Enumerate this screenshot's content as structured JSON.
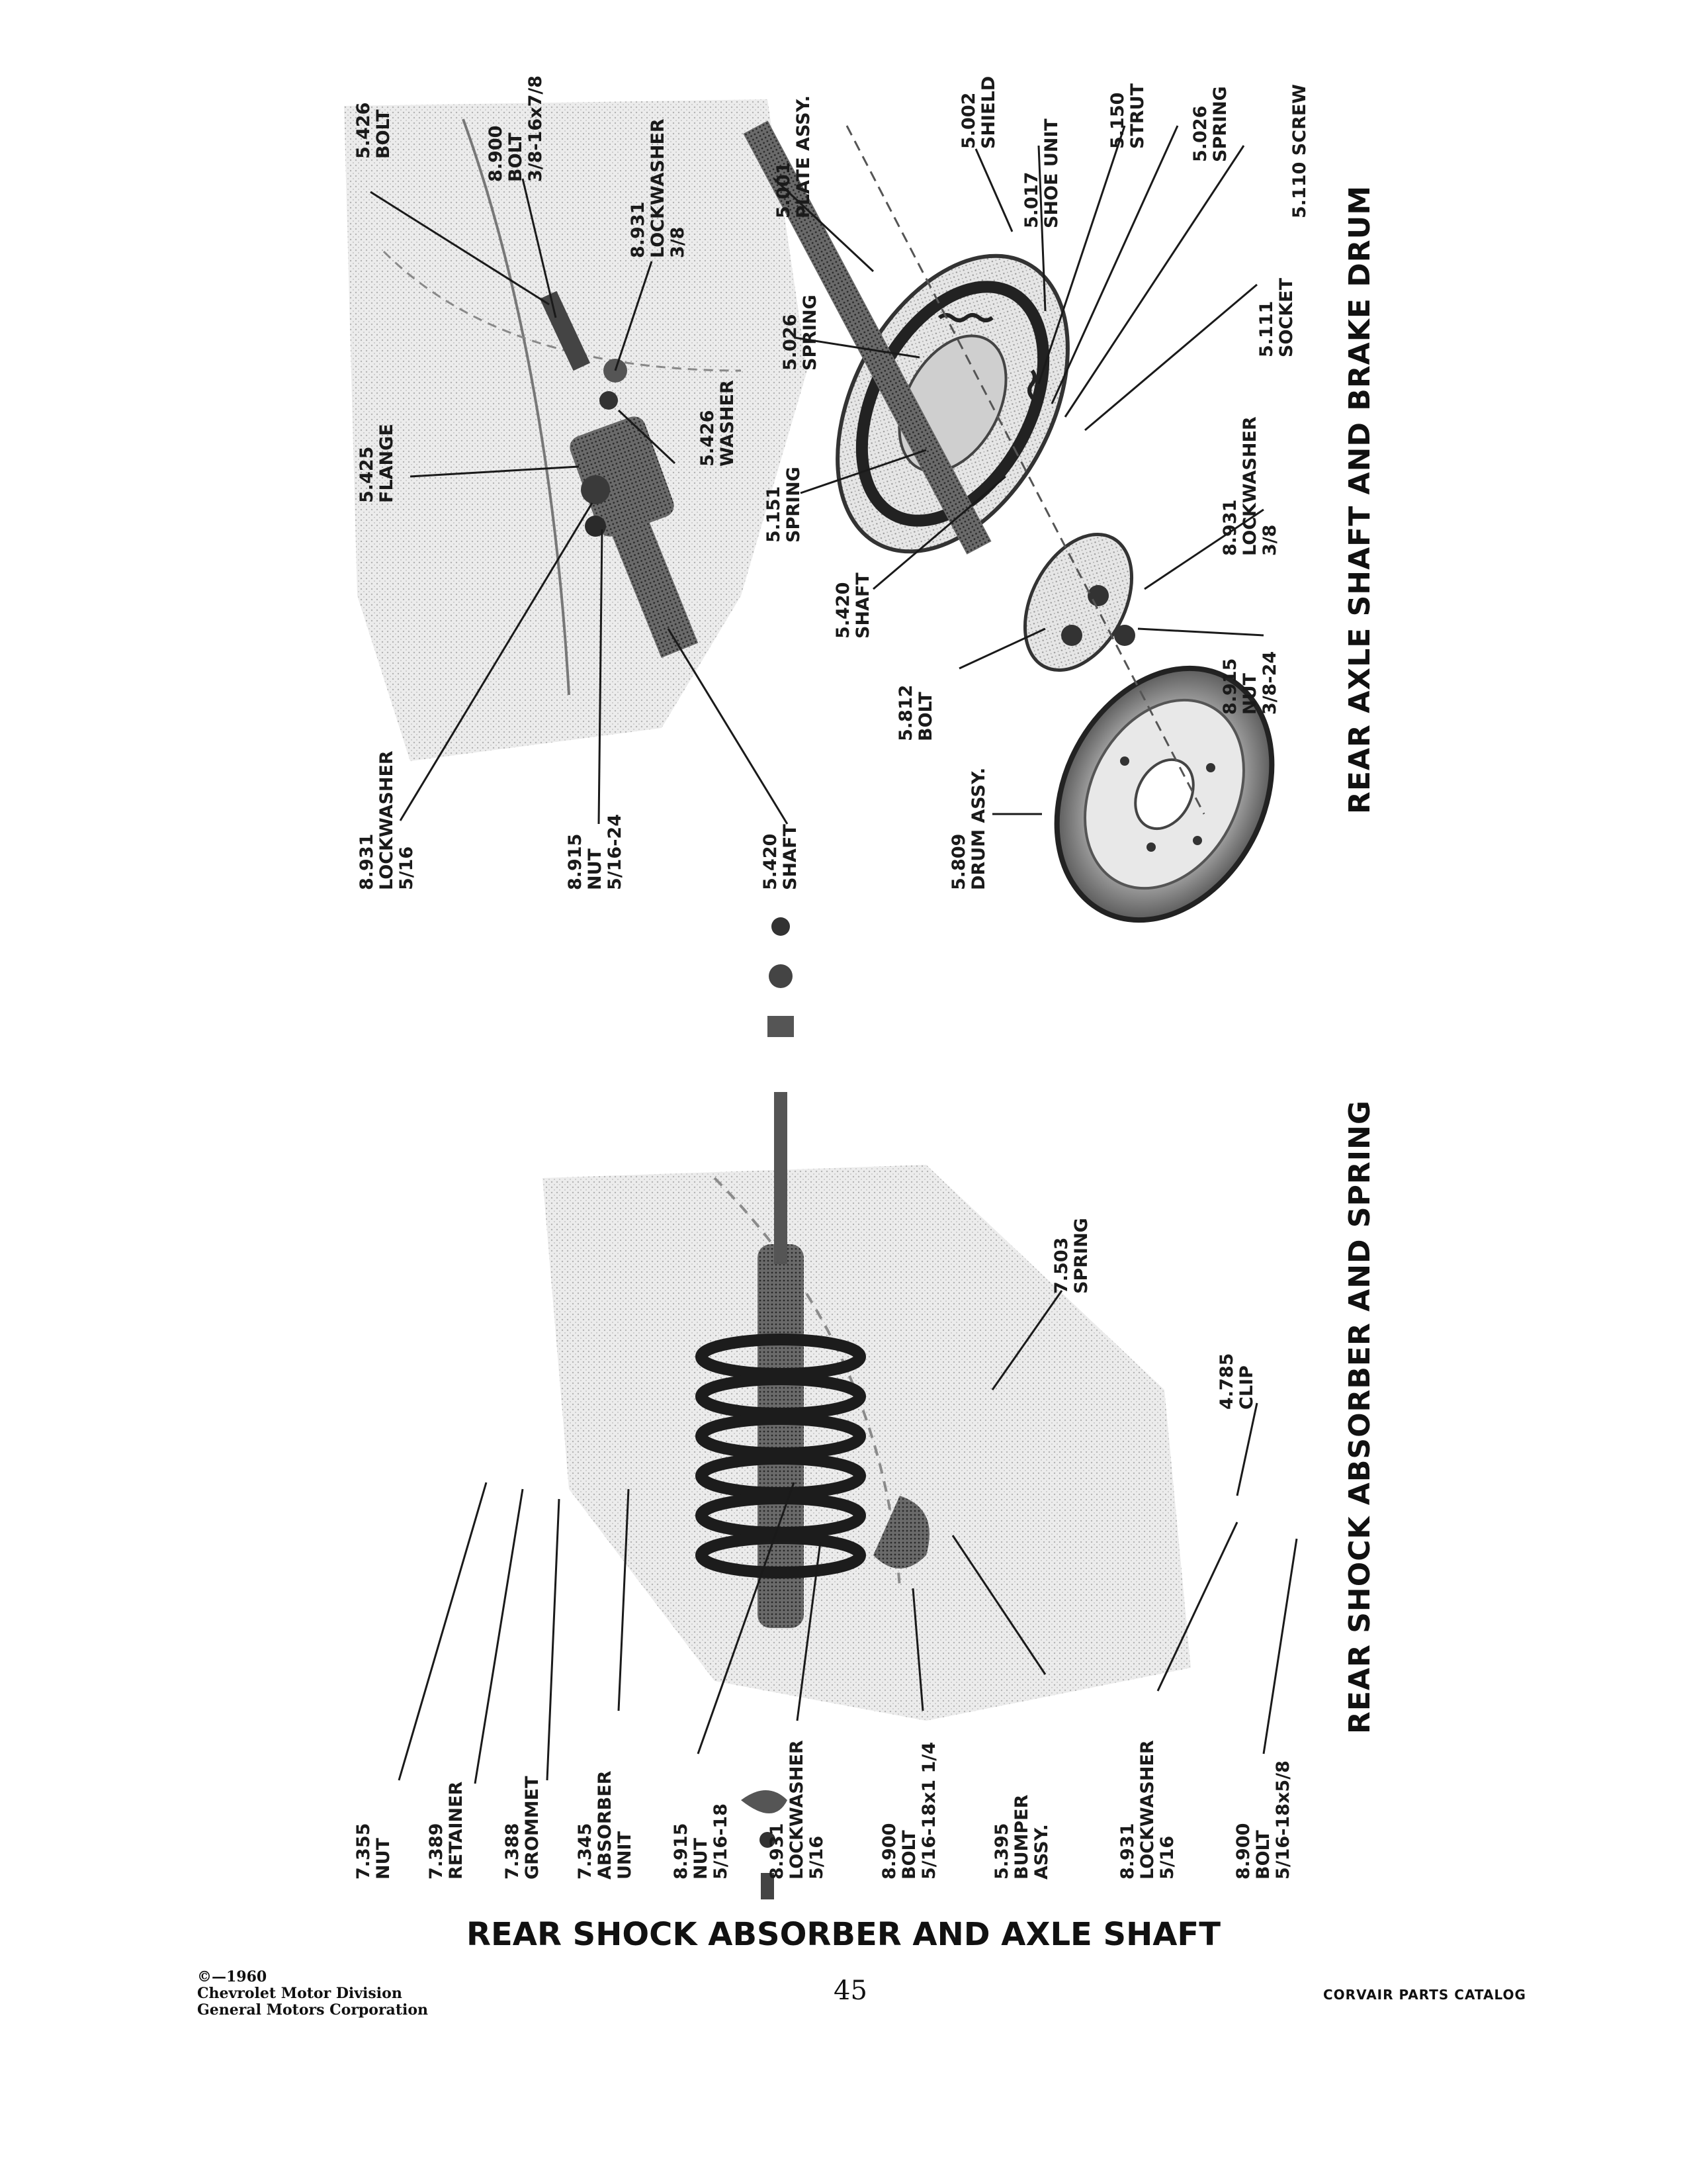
{
  "header": {
    "main_title": "REAR SHOCK ABSORBER AND AXLE SHAFT"
  },
  "sections": {
    "axle_title": "REAR AXLE SHAFT AND BRAKE DRUM",
    "shock_title": "REAR SHOCK ABSORBER AND SPRING"
  },
  "axle_labels": [
    {
      "lines": [
        "8.931",
        "LOCKWASHER",
        "5/16"
      ]
    },
    {
      "lines": [
        "8.915",
        "NUT",
        "5/16-24"
      ]
    },
    {
      "lines": [
        "5.420",
        "SHAFT"
      ]
    },
    {
      "lines": [
        "5.425",
        "FLANGE"
      ]
    },
    {
      "lines": [
        "5.426",
        "WASHER"
      ]
    },
    {
      "lines": [
        "8.931",
        "LOCKWASHER",
        "3/8"
      ]
    },
    {
      "lines": [
        "8.900",
        "BOLT",
        "3/8-16x7/8"
      ]
    },
    {
      "lines": [
        "5.426",
        "BOLT"
      ]
    },
    {
      "lines": [
        "5.809",
        "DRUM ASSY."
      ]
    },
    {
      "lines": [
        "5.812",
        "BOLT"
      ]
    },
    {
      "lines": [
        "5.420",
        "SHAFT"
      ]
    },
    {
      "lines": [
        "5.151",
        "SPRING"
      ]
    },
    {
      "lines": [
        "5.026",
        "SPRING"
      ]
    },
    {
      "lines": [
        "5.001",
        "PLATE ASSY."
      ]
    },
    {
      "lines": [
        "8.915",
        "NUT",
        "3/8-24"
      ]
    },
    {
      "lines": [
        "8.931",
        "LOCKWASHER",
        "3/8"
      ]
    },
    {
      "lines": [
        "5.111",
        "SOCKET"
      ]
    },
    {
      "lines": [
        "5.002",
        "SHIELD"
      ]
    },
    {
      "lines": [
        "5.017",
        "SHOE UNIT"
      ]
    },
    {
      "lines": [
        "5.150",
        "STRUT"
      ]
    },
    {
      "lines": [
        "5.026",
        "SPRING"
      ]
    },
    {
      "lines": [
        "5.110 SCREW"
      ]
    }
  ],
  "shock_labels": [
    {
      "lines": [
        "7.355",
        "NUT"
      ]
    },
    {
      "lines": [
        "7.389",
        "RETAINER"
      ]
    },
    {
      "lines": [
        "7.388",
        "GROMMET"
      ]
    },
    {
      "lines": [
        "7.345",
        "ABSORBER",
        "UNIT"
      ]
    },
    {
      "lines": [
        "8.915",
        "NUT",
        "5/16-18"
      ]
    },
    {
      "lines": [
        "8.931",
        "LOCKWASHER",
        "5/16"
      ]
    },
    {
      "lines": [
        "8.900",
        "BOLT",
        "5/16-18x1 1/4"
      ]
    },
    {
      "lines": [
        "5.395",
        "BUMPER",
        "ASSY."
      ]
    },
    {
      "lines": [
        "8.931",
        "LOCKWASHER",
        "5/16"
      ]
    },
    {
      "lines": [
        "8.900",
        "BOLT",
        "5/16-18x5/8"
      ]
    },
    {
      "lines": [
        "7.503",
        "SPRING"
      ]
    },
    {
      "lines": [
        "4.785",
        "CLIP"
      ]
    }
  ],
  "footer": {
    "copyright_lines": [
      "©—1960",
      "Chevrolet Motor Division",
      "General Motors Corporation"
    ],
    "page_number": "45",
    "catalog_name": "CORVAIR PARTS CATALOG"
  }
}
